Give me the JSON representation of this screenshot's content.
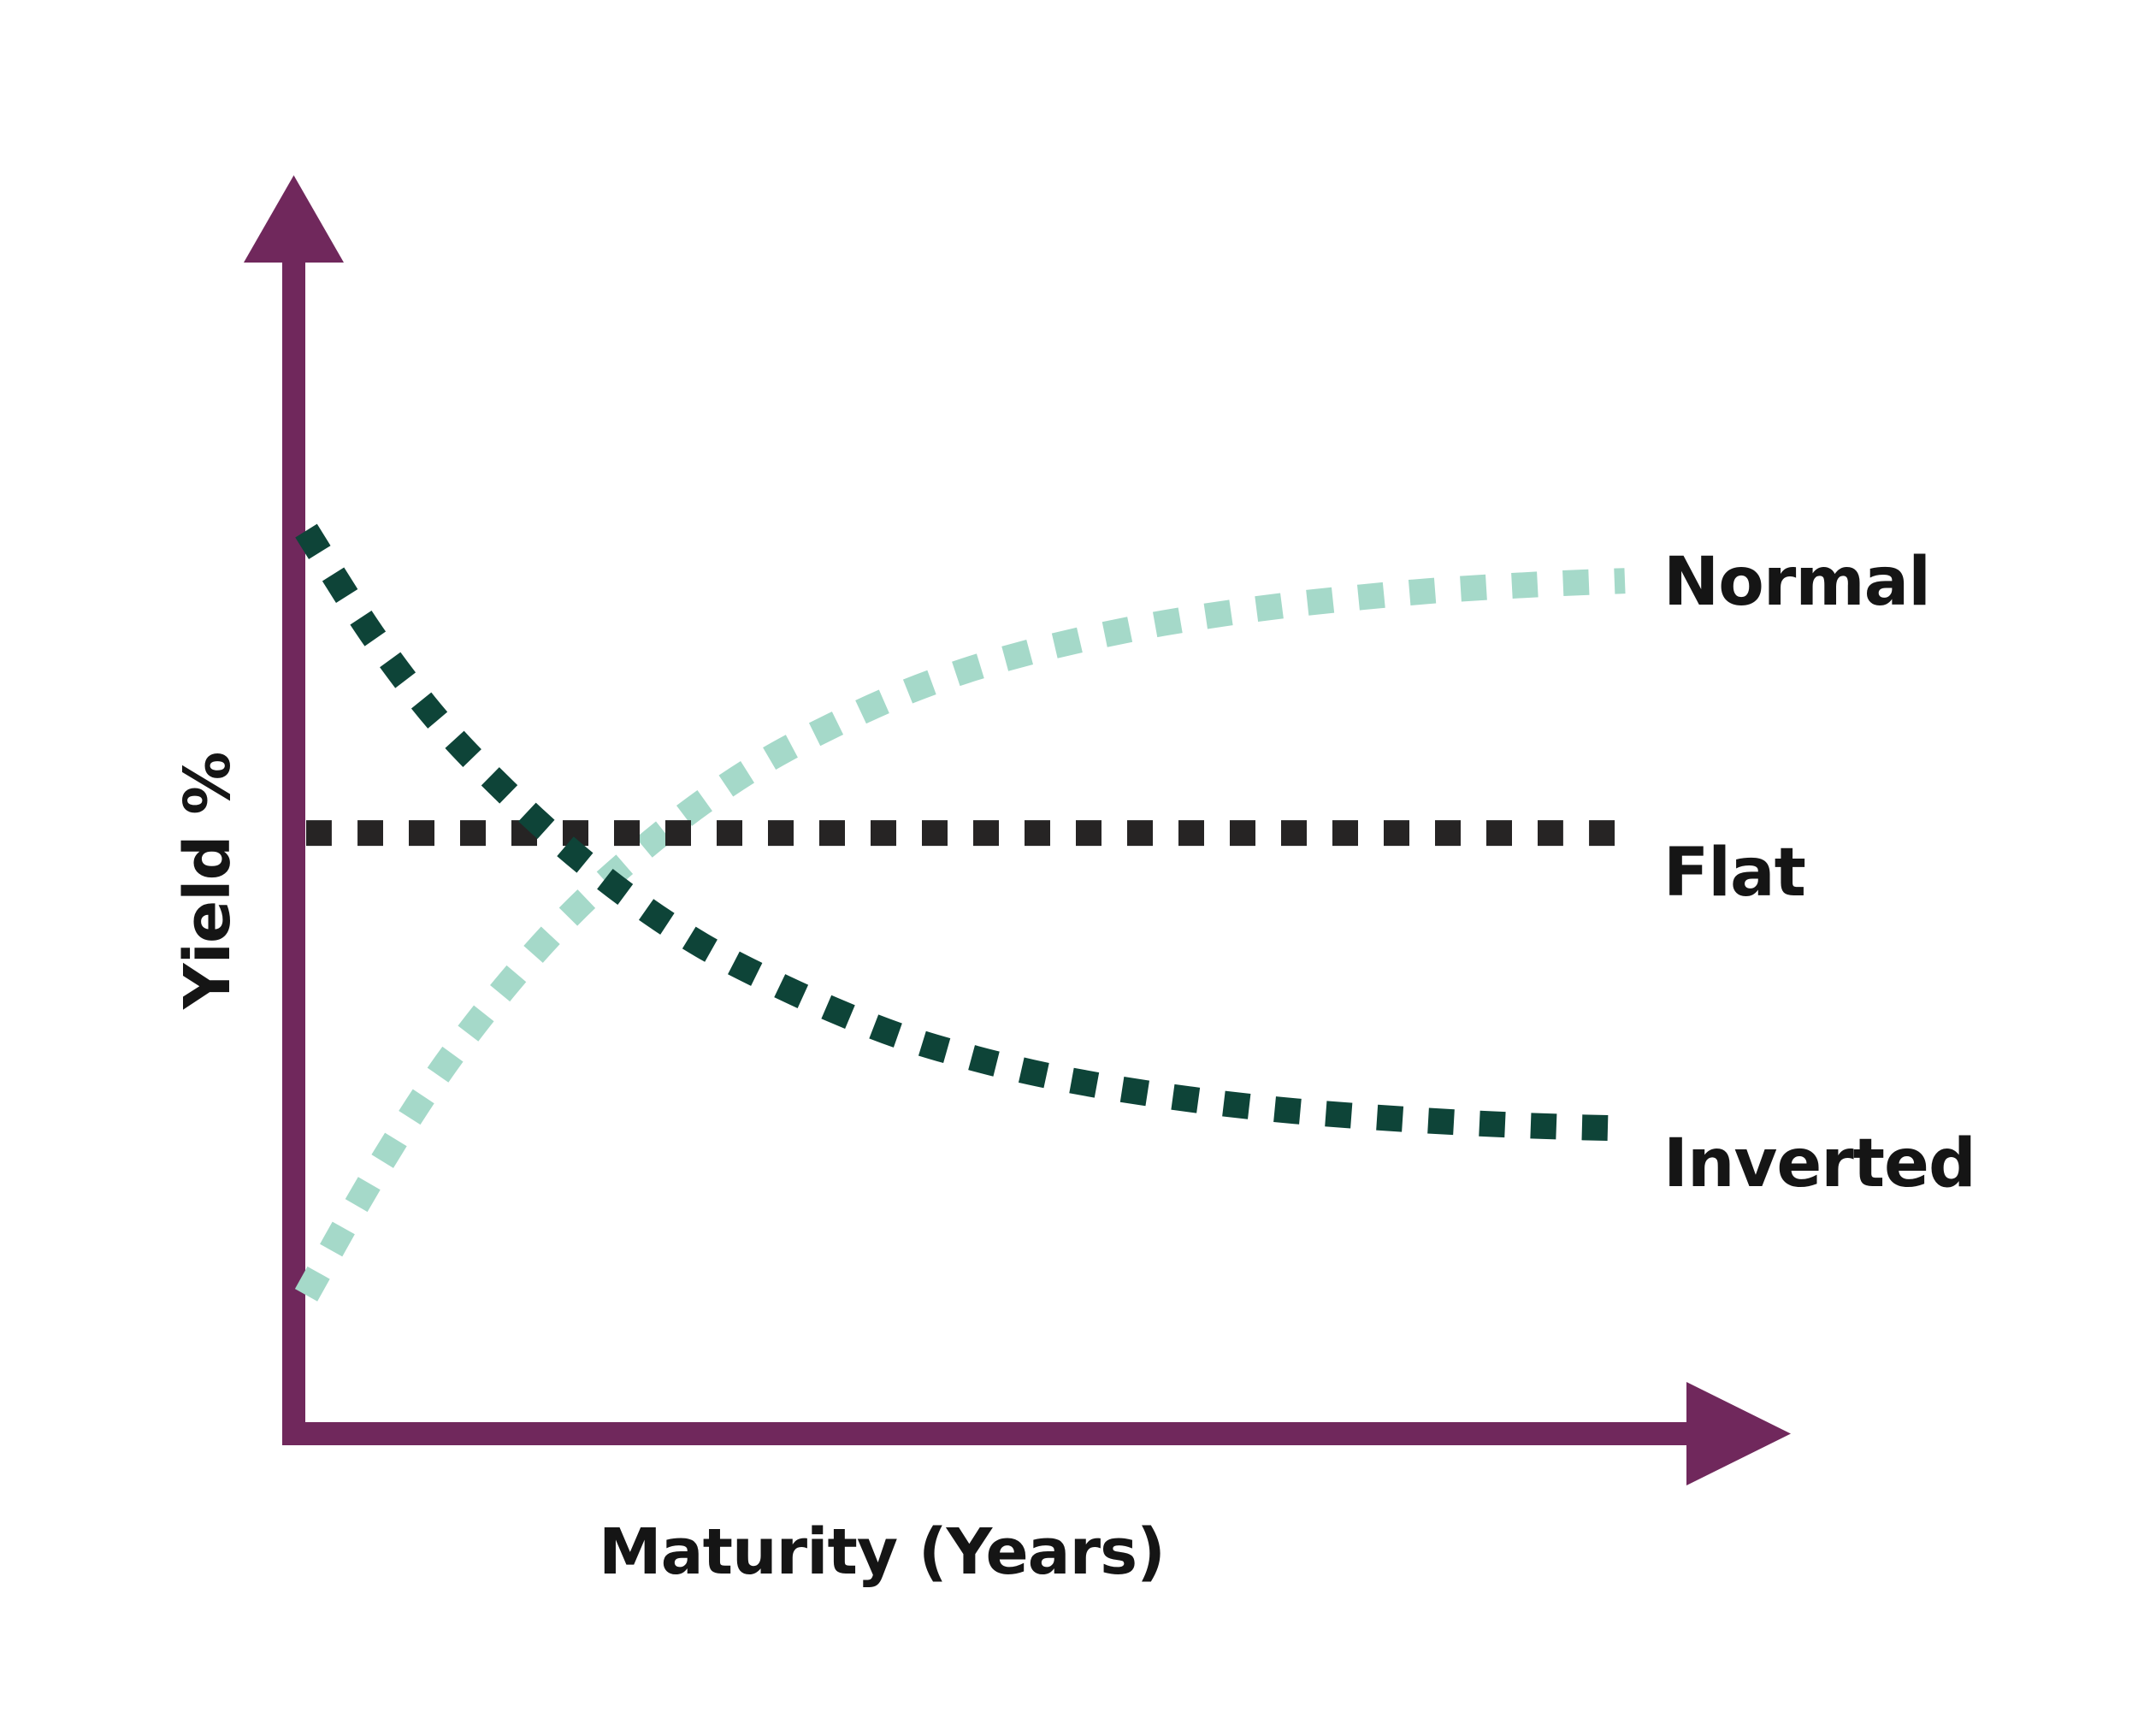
{
  "figure": {
    "background_color": "#ffffff",
    "axis_color": "#70285c"
  },
  "axes": {
    "y_title": "Yield %",
    "x_title": "Maturity (Years)",
    "y_arrow_icon": "up-arrow-icon",
    "x_arrow_icon": "right-arrow-icon"
  },
  "legend": {
    "position": "right",
    "items": [
      {
        "label": "Normal",
        "color": "#a5d9c9"
      },
      {
        "label": "Flat",
        "color": "#262424"
      },
      {
        "label": "Inverted",
        "color": "#0e4438"
      }
    ]
  },
  "chart_data": {
    "type": "line",
    "title": "",
    "subtitle": "",
    "xlabel": "Maturity (Years)",
    "ylabel": "Yield %",
    "xlim": [
      0,
      10
    ],
    "ylim": [
      0,
      10
    ],
    "grid": false,
    "legend_position": "right",
    "axis_ticks": {
      "x": [],
      "y": []
    },
    "annotations": [],
    "x": [
      0,
      0.5,
      1,
      1.5,
      2,
      2.5,
      3,
      3.5,
      4,
      4.5,
      5,
      5.5,
      6,
      6.5,
      7,
      7.5,
      8,
      8.5,
      9,
      9.5,
      10
    ],
    "series": [
      {
        "name": "Normal",
        "color": "#a5d9c9",
        "style": "dotted",
        "values": [
          0.55,
          1.9,
          3.1,
          4.1,
          4.95,
          5.65,
          6.25,
          6.75,
          7.15,
          7.5,
          7.78,
          8.0,
          8.18,
          8.33,
          8.45,
          8.55,
          8.63,
          8.7,
          8.75,
          8.79,
          8.82
        ]
      },
      {
        "name": "Flat",
        "color": "#262424",
        "style": "dotted",
        "values": [
          5.9,
          5.9,
          5.9,
          5.9,
          5.9,
          5.9,
          5.9,
          5.9,
          5.9,
          5.9,
          5.9,
          5.9,
          5.9,
          5.9,
          5.9,
          5.9,
          5.9,
          5.9,
          5.9,
          5.9,
          5.9
        ]
      },
      {
        "name": "Inverted",
        "color": "#0e4438",
        "style": "dotted",
        "values": [
          9.4,
          8.2,
          7.2,
          6.4,
          5.7,
          5.1,
          4.6,
          4.2,
          3.85,
          3.55,
          3.32,
          3.13,
          2.98,
          2.86,
          2.76,
          2.68,
          2.62,
          2.57,
          2.53,
          2.5,
          2.48
        ]
      }
    ]
  }
}
